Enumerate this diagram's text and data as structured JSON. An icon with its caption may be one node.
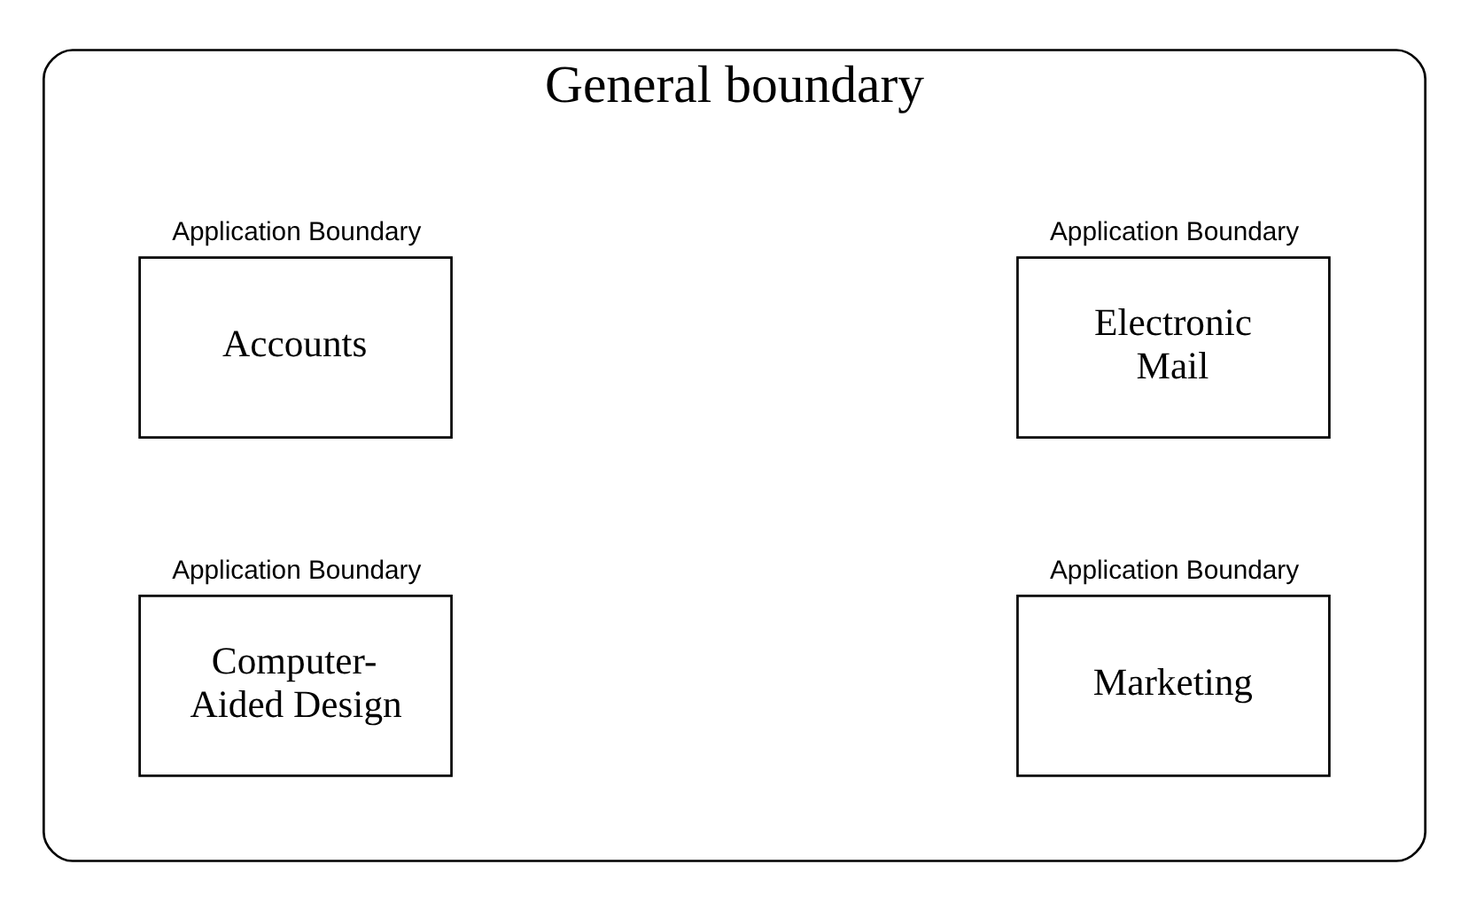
{
  "diagram": {
    "nodes": [
      {
        "text": [
          "General boundary"
        ]
      },
      {
        "text": [
          "Application Boundary",
          "Accounts"
        ],
        "in": 0
      },
      {
        "text": [
          "Application Boundary",
          "Electronic Mail"
        ],
        "in": 0
      },
      {
        "text": [
          "Application Boundary",
          "Computer-Aided Design"
        ],
        "in": 0
      },
      {
        "text": [
          "Application Boundary",
          "Marketing"
        ],
        "in": 0
      }
    ]
  }
}
